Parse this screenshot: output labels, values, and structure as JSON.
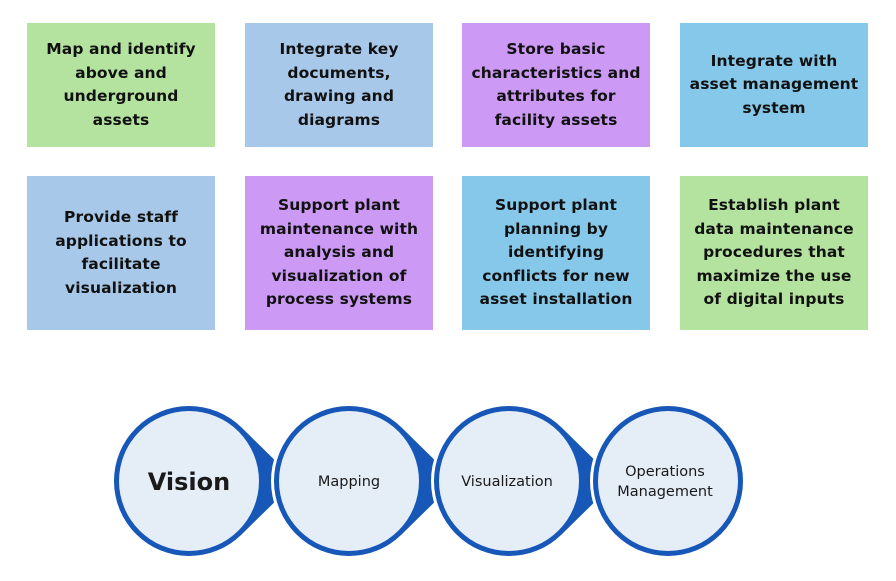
{
  "colors": {
    "green": "#B4E3A0",
    "light_blue": "#A7C8E9",
    "purple": "#CC99F5",
    "sky_blue": "#86C8EA",
    "ring_blue": "#1657B8",
    "circle_fill": "#E5EDF7"
  },
  "boxes": [
    {
      "text": "Map and identify above and underground assets",
      "color": "green"
    },
    {
      "text": "Integrate key documents, drawing and diagrams",
      "color": "light_blue"
    },
    {
      "text": "Store basic characteristics and attributes for facility assets",
      "color": "purple"
    },
    {
      "text": "Integrate with asset management system",
      "color": "sky_blue"
    },
    {
      "text": "Provide staff applications to facilitate visualization",
      "color": "light_blue"
    },
    {
      "text": "Support plant maintenance with analysis and visualization of process systems",
      "color": "purple"
    },
    {
      "text": "Support plant planning by identifying conflicts for new asset installation",
      "color": "sky_blue"
    },
    {
      "text": "Establish plant data maintenance procedures that maximize the use of digital inputs",
      "color": "green"
    }
  ],
  "flow": [
    {
      "label": "Vision",
      "line2": ""
    },
    {
      "label": "Mapping",
      "line2": ""
    },
    {
      "label": "Visualization",
      "line2": ""
    },
    {
      "label": "Operations",
      "line2": "Management"
    }
  ]
}
